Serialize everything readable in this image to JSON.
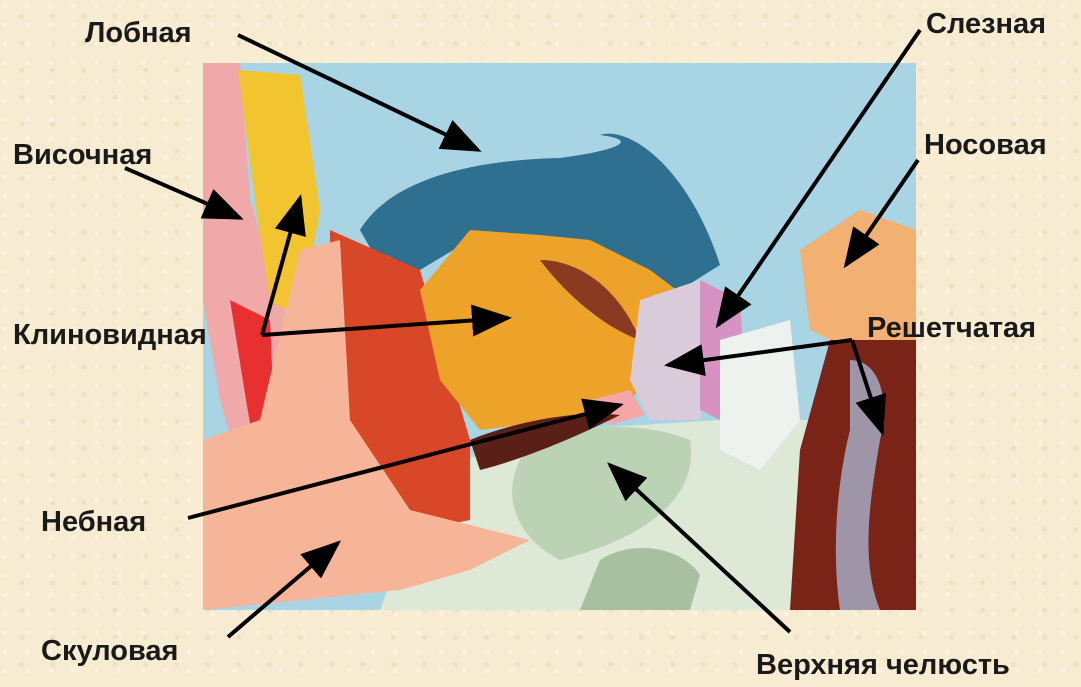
{
  "labels": {
    "frontal": "Лобная",
    "temporal": "Височная",
    "sphenoid": "Клиновидная",
    "palatine": "Небная",
    "zygomatic": "Скуловая",
    "lacrimal": "Слезная",
    "nasal": "Носовая",
    "ethmoid": "Решетчатая",
    "maxilla": "Верхняя челюсть"
  },
  "colors": {
    "background": "#f7ecd2",
    "frontal": "#2f6f8f",
    "temporal": "#f0a0a0",
    "sphenoid": "#e8a020",
    "sphenoid_greater_wing": "#f0c030",
    "palatine": "#f0a0a0",
    "zygomatic": "#f4b090",
    "lacrimal": "#d890c0",
    "nasal": "#f0b070",
    "ethmoid": "#d8c8d8",
    "maxilla": "#c8d8c0",
    "arrow": "#000000"
  }
}
